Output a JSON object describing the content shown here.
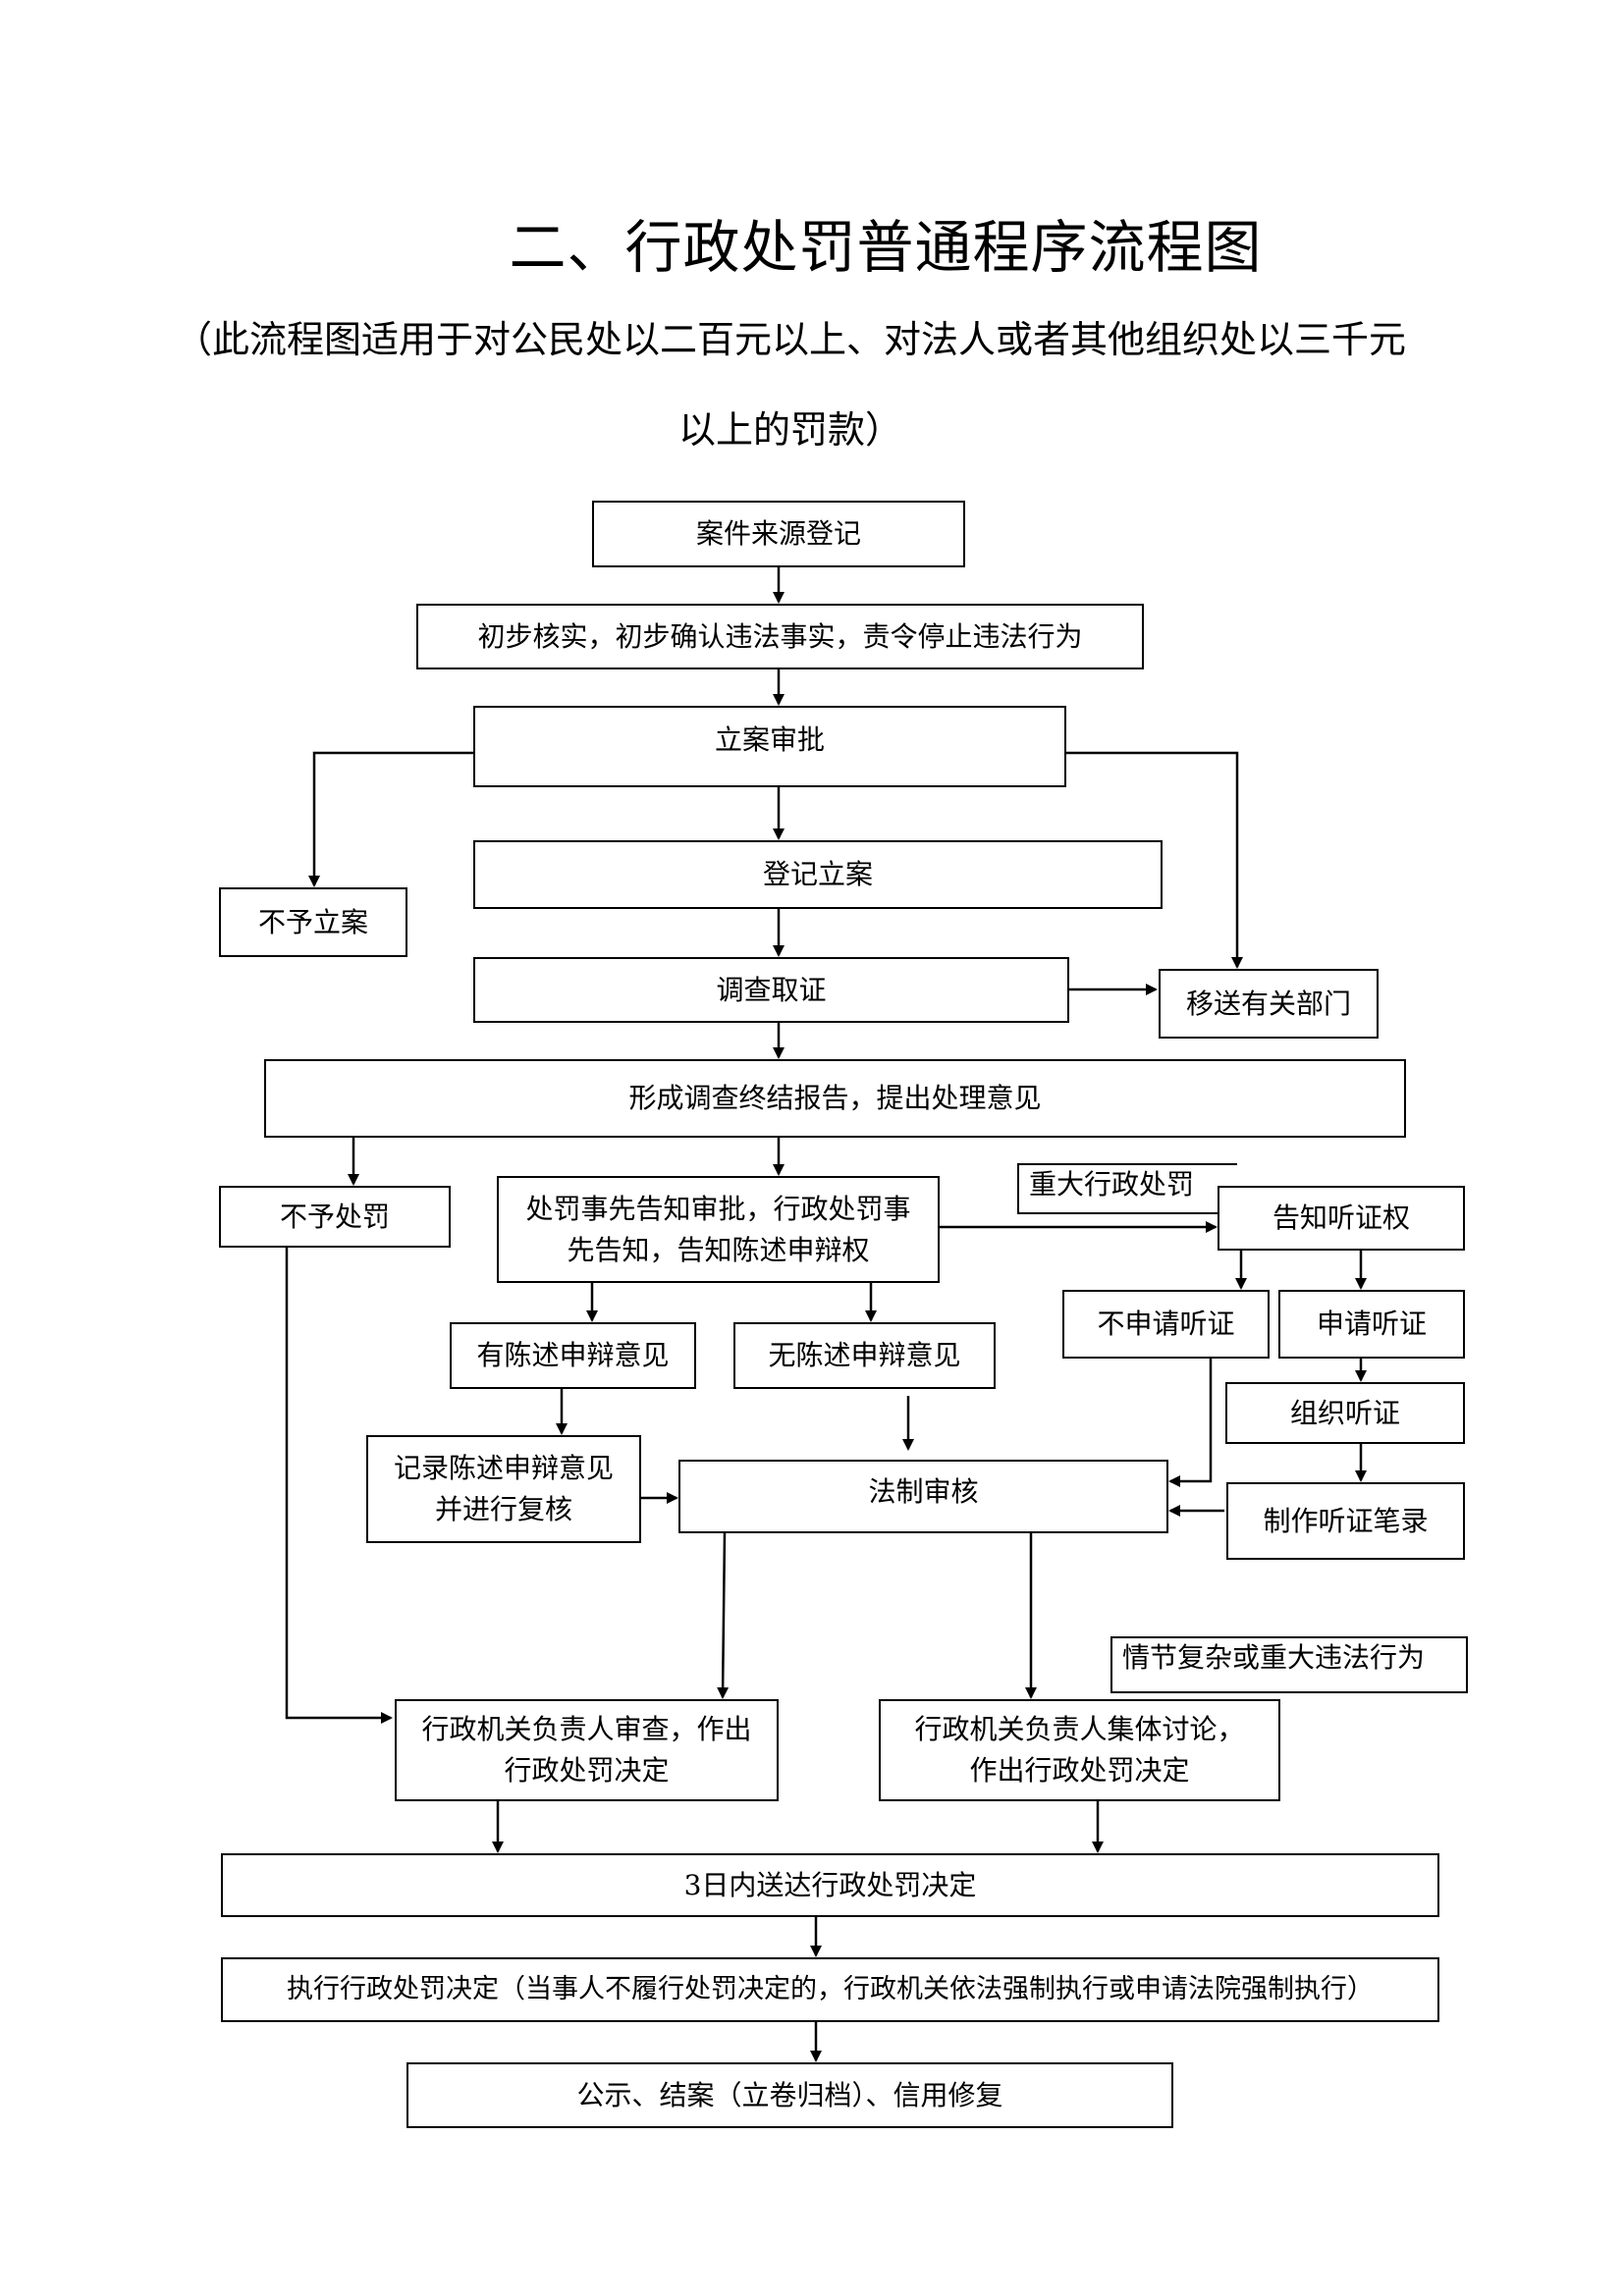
{
  "title": "二、行政处罚普通程序流程图",
  "subtitle": "（此流程图适用于对公民处以二百元以上、对法人或者其他组织处以三千元以上的罚款）",
  "nodes": {
    "case_register": "案件来源登记",
    "preliminary_check": "初步核实，初步确认违法事实，责令停止违法行为",
    "filing_approval": "立案审批",
    "no_filing": "不予立案",
    "register_filing": "登记立案",
    "transfer": "移送有关部门",
    "investigation": "调查取证",
    "final_report": "形成调查终结报告，提出处理意见",
    "no_penalty": "不予处罚",
    "prior_notice_line1": "处罚事先告知审批，行政处罚事",
    "prior_notice_line2": "先告知，告知陈述申辩权",
    "hearing_right": "告知听证权",
    "has_defense": "有陈述申辩意见",
    "no_defense": "无陈述申辩意见",
    "no_hearing_request": "不申请听证",
    "hearing_request": "申请听证",
    "organize_hearing": "组织听证",
    "record_defense_line1": "记录陈述申辩意见",
    "record_defense_line2": "并进行复核",
    "legal_review": "法制审核",
    "hearing_record": "制作听证笔录",
    "head_review_line1": "行政机关负责人审查，作出",
    "head_review_line2": "行政处罚决定",
    "collective_line1": "行政机关负责人集体讨论，",
    "collective_line2": "作出行政处罚决定",
    "deliver": "3日内送达行政处罚决定",
    "execute": "执行行政处罚决定（当事人不履行处罚决定的，行政机关依法强制执行或申请法院强制执行）",
    "close_case": "公示、结案（立卷归档）、信用修复"
  },
  "notes": {
    "major_penalty": "重大行政处罚",
    "complex_case": "情节复杂或重大违法行为"
  }
}
